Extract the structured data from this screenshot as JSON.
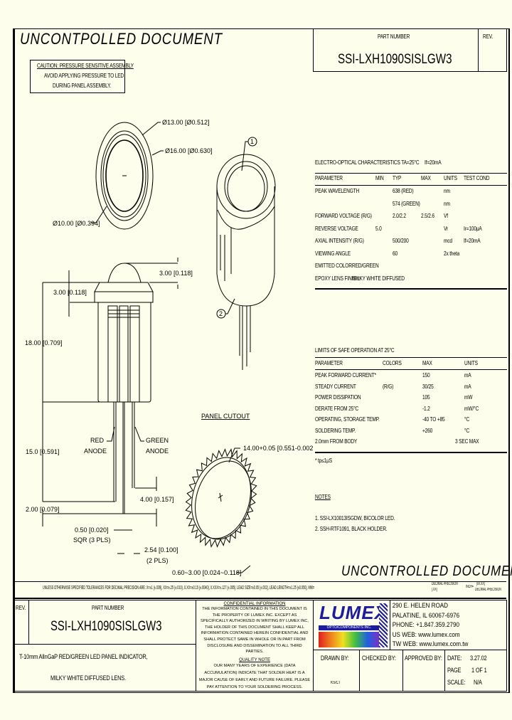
{
  "header": {
    "uncontrolled_top": "UNCONTPOLLED DOCUMENT",
    "part_number_label": "PART NUMBER",
    "part_number": "SSI-LXH1090SISLGW3",
    "rev_label": "REV."
  },
  "caution": {
    "title": "CAUTION: PRESSURE SENSITIVE ASSEMBLY",
    "line1": "AVOID APPLYING PRESSURE TO LED",
    "line2": "DURING PANEL ASSEMBLY."
  },
  "dims": {
    "d13": "Ø13.00 [Ø0.512]",
    "d16": "Ø16.00 [Ø0.630]",
    "d10": "Ø10.00 [Ø0.394]",
    "dome_h": "3.00 [0.118]",
    "flange_h": "3.00 [0.118]",
    "body_h": "18.00 [0.709]",
    "lead_15": "15.0 [0.591]",
    "lead_2": "2.00 [0.079]",
    "lead_4": "4.00 [0.157]",
    "pin_sq_1": "0.50 [0.020]",
    "pin_sq_2": "SQR (3 PLS)",
    "pitch_1": "2.54 [0.100]",
    "pitch_2": "(2 PLS)",
    "red_1": "RED",
    "red_2": "ANODE",
    "green_1": "GREEN",
    "green_2": "ANODE",
    "panel_cutout": "PANEL CUTOUT",
    "cutout_dia": "14.00+0.05 [0.551-0.002]",
    "cutout_thk": "0.60~3.00 [0.024~0.118]",
    "callout_1": "1",
    "callout_2": "2"
  },
  "eo": {
    "title": "ELECTRO-OPTICAL CHARACTERISTICS TA=25°C",
    "cond": "If=20mA",
    "headers": [
      "PARAMETER",
      "MIN",
      "TYP",
      "MAX",
      "UNITS",
      "TEST COND"
    ],
    "rows": [
      [
        "PEAK WAVELENGTH",
        "",
        "638 (RED)",
        "",
        "nm",
        ""
      ],
      [
        "",
        "",
        "574 (GREEN)",
        "",
        "nm",
        ""
      ],
      [
        "FORWARD VOLTAGE (R/G)",
        "",
        "2.0/2.2",
        "2.5/2.6",
        "Vf",
        ""
      ],
      [
        "REVERSE VOLTAGE",
        "5.0",
        "",
        "",
        "Vr",
        "Ir=100µA"
      ],
      [
        "AXIAL INTENSITY   (R/G)",
        "",
        "500/200",
        "",
        "mcd",
        "If=20mA"
      ],
      [
        "VIEWING ANGLE",
        "",
        "60",
        "",
        "2x theta",
        ""
      ],
      [
        "EMITTED COLOR:",
        "RED/GREEN",
        "",
        "",
        "",
        ""
      ],
      [
        "EPOXY LENS FINISH:",
        "MILKY WHITE DIFFUSED",
        "",
        "",
        "",
        ""
      ]
    ]
  },
  "limits": {
    "title": "LIMITS OF SAFE OPERATION AT 25°C",
    "headers": [
      "PARAMETER",
      "COLORS",
      "MAX",
      "UNITS"
    ],
    "rows": [
      [
        "PEAK FORWARD CURRENT*",
        "",
        "150",
        "mA"
      ],
      [
        "STEADY CURRENT",
        "(R/G)",
        "30/25",
        "mA"
      ],
      [
        "POWER DISSIPATION",
        "",
        "105",
        "mW"
      ],
      [
        "DERATE FROM 25°C",
        "",
        "-1.2",
        "mW/°C"
      ],
      [
        "OPERATING, STORAGE TEMP.",
        "",
        "-40 TO +85",
        "°C"
      ],
      [
        "SOLDERING TEMP.",
        "",
        "+260",
        "°C"
      ],
      [
        "2.0mm FROM BODY",
        "",
        "",
        "3 SEC MAX"
      ]
    ],
    "footnote": "* tp≤1µS"
  },
  "notes": {
    "title": "NOTES",
    "items": [
      "1. SSI-LX10013ISGDW, BICOLOR LED.",
      "2. SSH-RTF1091, BLACK HOLDER."
    ]
  },
  "bottom": {
    "uncontrolled": "UNCONTROLLED DOCUMENT",
    "tolerances": "UNLESS OTHERWISE SPECIFIED TOLERANCES FOR DECIMAL PRECISION ARE: X=±1 [±.039], XX=±.25 [±.010], X.XX=±0.15 [±.0040], X.XXX=±.127 [±.005]. LEAD SIZE=±0.05 [±.002], LEAD LENGTH=±1.25 [±0.050], MM=",
    "tol_mm_top": "DECIMAL PRECISION",
    "tol_mm_bot": "[.XX]",
    "tol_inch_label": "INCH=",
    "tol_inch_top": "[±0.XX]",
    "tol_inch_bot": "DECIMAL PRECISION"
  },
  "title_block": {
    "rev_label": "REV.",
    "pn_label": "PART NUMBER",
    "part_number": "SSI-LXH1090SISLGW3",
    "desc_1": "T-10mm AlInGaP RED/GREEN LED PANEL INDICATOR,",
    "desc_2": "MILKY WHITE DIFFUSED LENS.",
    "conf_title": "CONFIDENTIAL INFORMATION",
    "conf_text": "THE INFORMATION CONTAINED IN THIS DOCUMENT IS THE PROPERTY OF LUMEX INC. EXCEPT AS SPECIFICALLY AUTHORIZED IN WRITING BY LUMEX INC, THE HOLDER OF THIS DOCUMENT SHALL KEEP ALL INFORMATION CONTAINED HEREIN CONFIDENTIAL AND SHALL PROTECT SAME IN WHOLE OR IN PART FROM DISCLOSURE AND DISSEMINATION TO ALL THIRD PARTIES.",
    "quality_title": "QUALITY NOTE",
    "quality_text": "OUR MANY YEARS OF EXPERIENCE (DATA ACCUMULATION) INDICATE THAT SOLDER HEAT IS A MAJOR CAUSE OF EARLY AND FUTURE FAILURE. PLEASE PAY ATTENTION TO YOUR SOLDERING PROCESS.",
    "logo_text": "LUMEX",
    "logo_sub": "OPTO/COMPONENTS INC.",
    "address": [
      "290 E. HELEN ROAD",
      "PALATINE, IL   60067-6976",
      "PHONE: +1.847.359.2790",
      "US WEB: www.lumex.com",
      "TW WEB: www.lumex.com.tw"
    ],
    "drawn_by_label": "DRAWN BY:",
    "drawn_by": "KS/CT",
    "checked_by_label": "CHECKED BY:",
    "approved_by_label": "APPROVED BY:",
    "date_label": "DATE:",
    "date": "3.27.02",
    "page_label": "PAGE",
    "page": "1 OF 1",
    "scale_label": "SCALE:",
    "scale": "N/A"
  }
}
